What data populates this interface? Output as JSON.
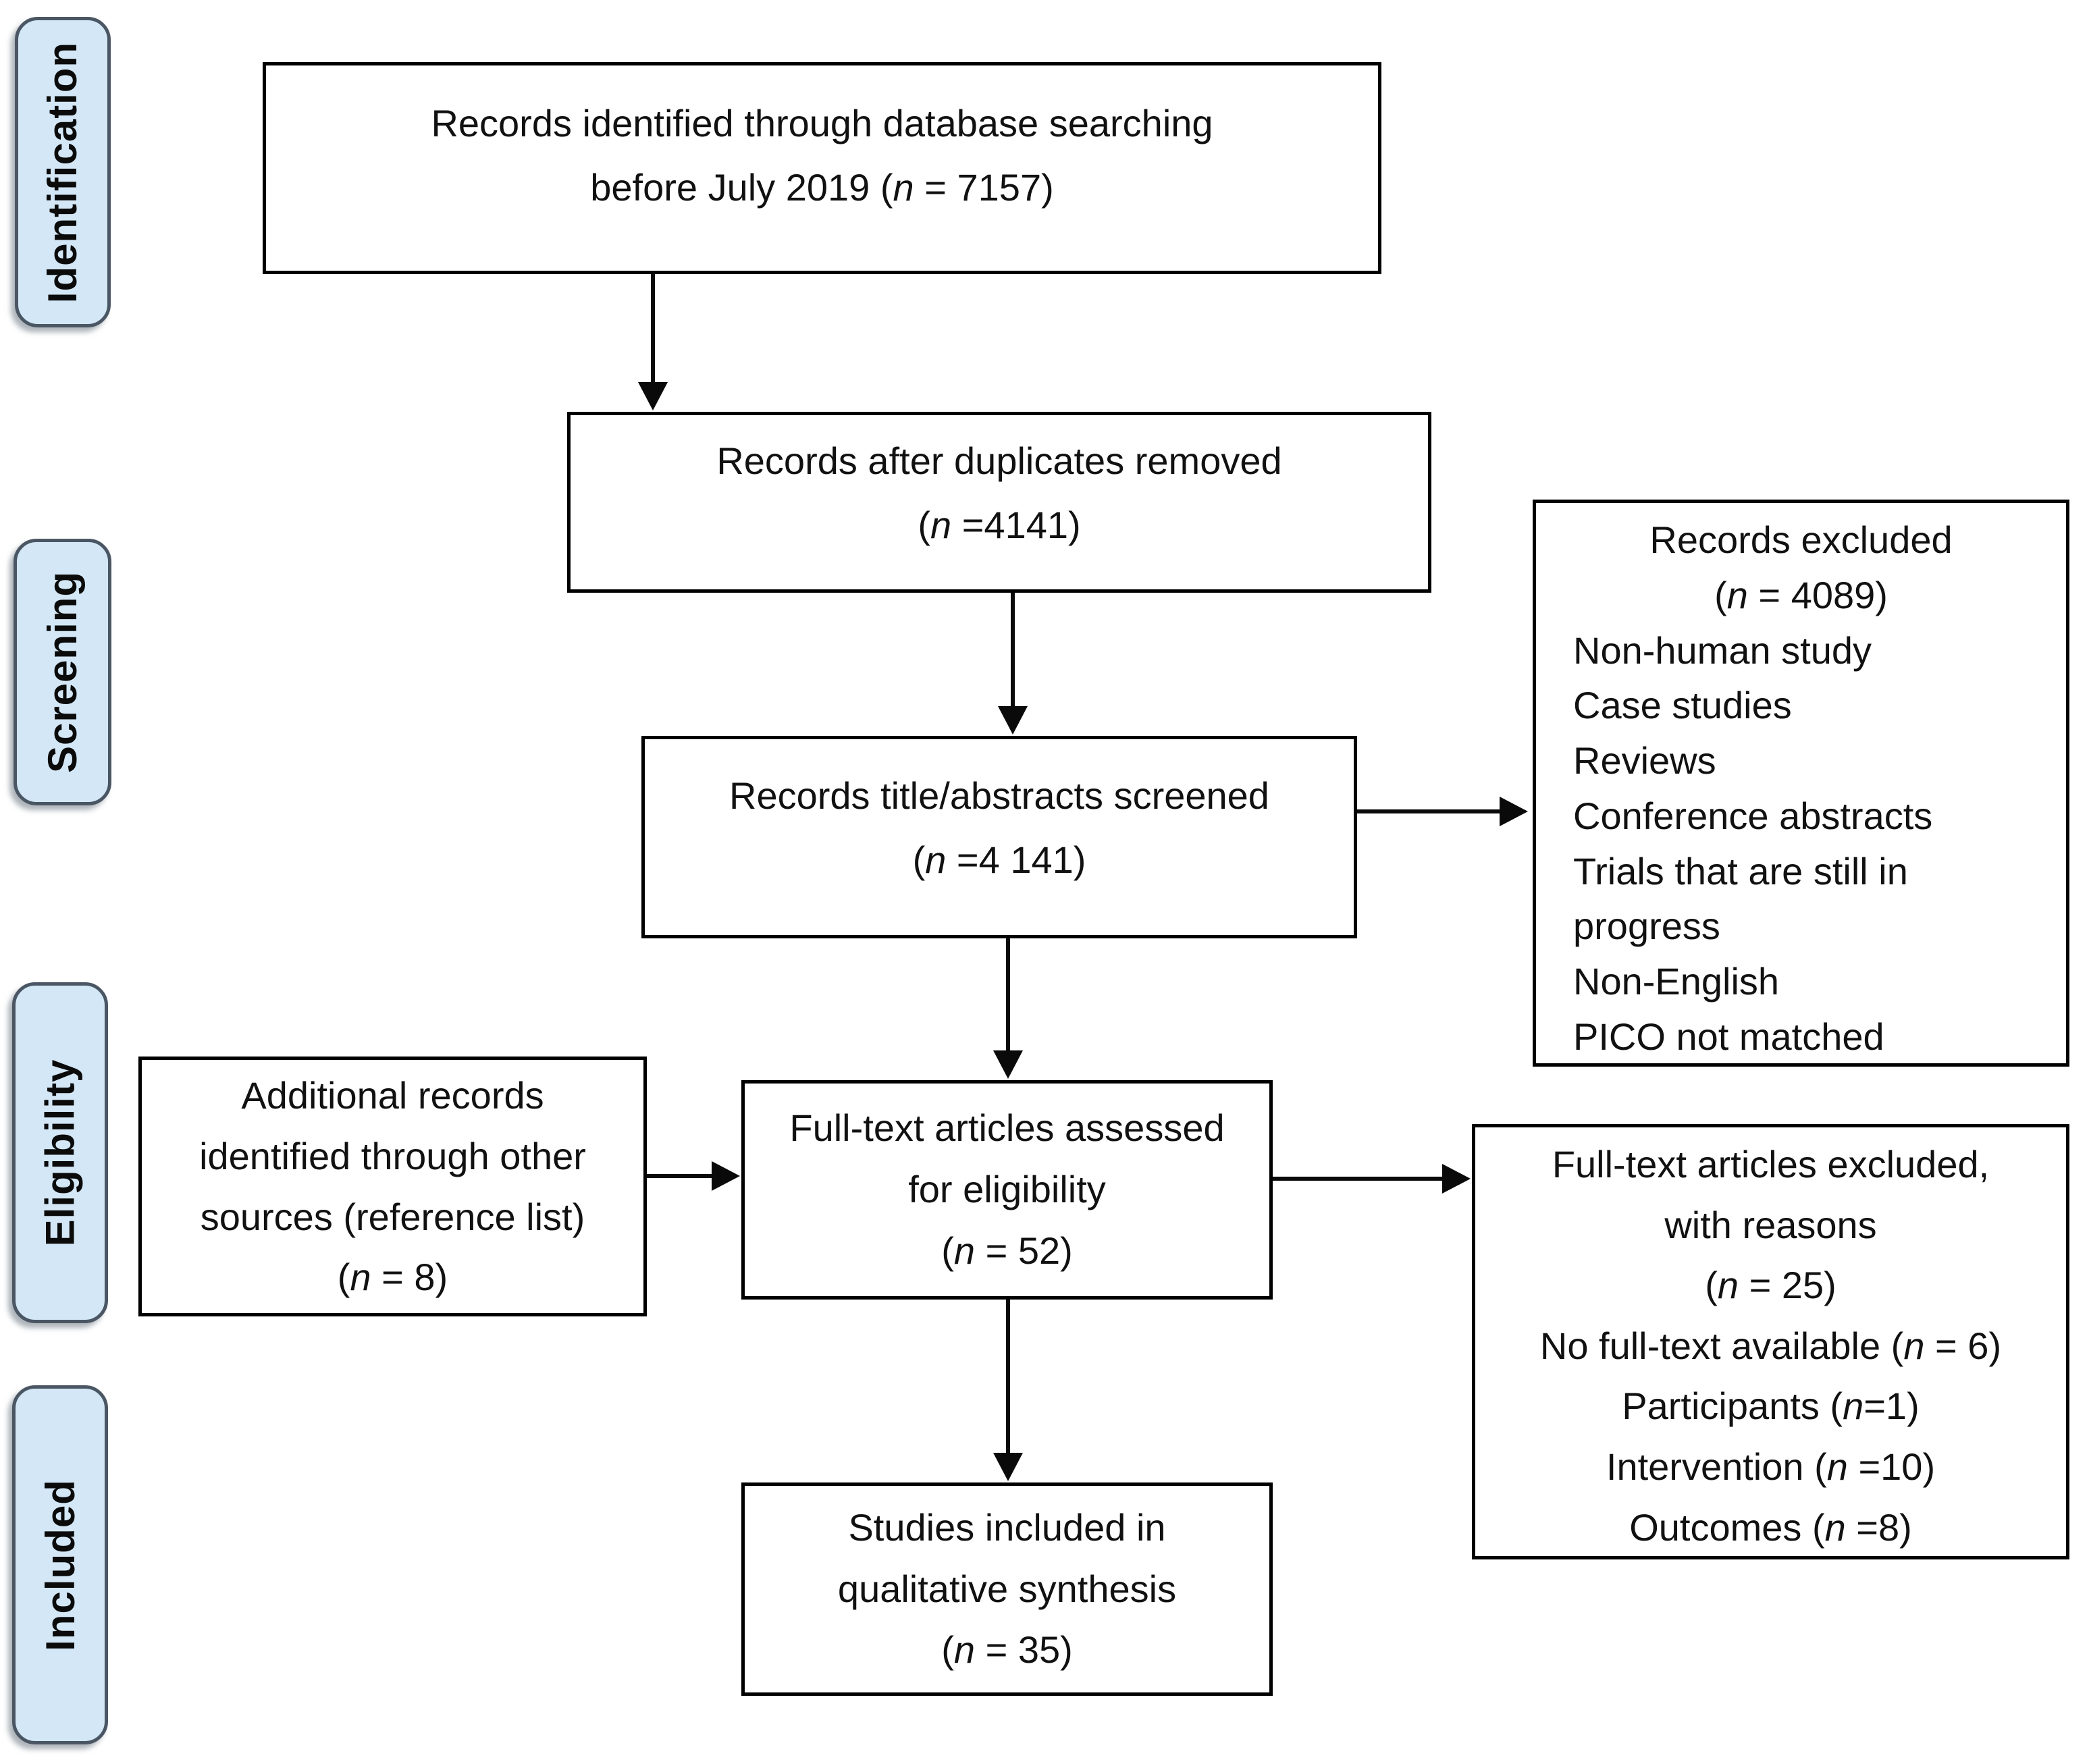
{
  "colors": {
    "sidebar_fill": "#d3e7f6",
    "sidebar_border": "#4a5663",
    "box_border": "#000000",
    "arrow_color": "#0a0a0a",
    "text_color": "#111111"
  },
  "sidebar": {
    "labels": [
      {
        "id": "identification",
        "text": "Identification"
      },
      {
        "id": "screening",
        "text": "Screening"
      },
      {
        "id": "eligibility",
        "text": "Eligibility"
      },
      {
        "id": "included",
        "text": "Included"
      }
    ]
  },
  "boxes": {
    "records_identified": {
      "lines": [
        "Records identified through database searching",
        "before July 2019 (n = 7157)"
      ]
    },
    "records_after_duplicates": {
      "lines": [
        "Records after duplicates removed",
        "(n =4141)"
      ]
    },
    "records_screened": {
      "lines": [
        "Records title/abstracts screened",
        "(n =4 141)"
      ]
    },
    "records_excluded": {
      "title_lines": [
        "Records excluded",
        "(n = 4089)"
      ],
      "reasons": [
        "Non-human study",
        "Case studies",
        "Reviews",
        "Conference abstracts",
        "Trials that are still in progress",
        "Non-English",
        "PICO not matched"
      ]
    },
    "additional_records": {
      "lines": [
        "Additional records",
        "identified through other",
        "sources (reference list)",
        "(n = 8)"
      ]
    },
    "fulltext_assessed": {
      "lines": [
        "Full-text articles assessed",
        "for eligibility",
        "(n = 52)"
      ]
    },
    "fulltext_excluded": {
      "lines": [
        "Full-text articles excluded,",
        "with reasons",
        "(n = 25)",
        "No full-text available (n = 6)",
        "Participants (n=1)",
        "Intervention (n =10)",
        "Outcomes (n =8)"
      ]
    },
    "studies_included": {
      "lines": [
        "Studies included in",
        "qualitative synthesis",
        "(n = 35)"
      ]
    }
  }
}
